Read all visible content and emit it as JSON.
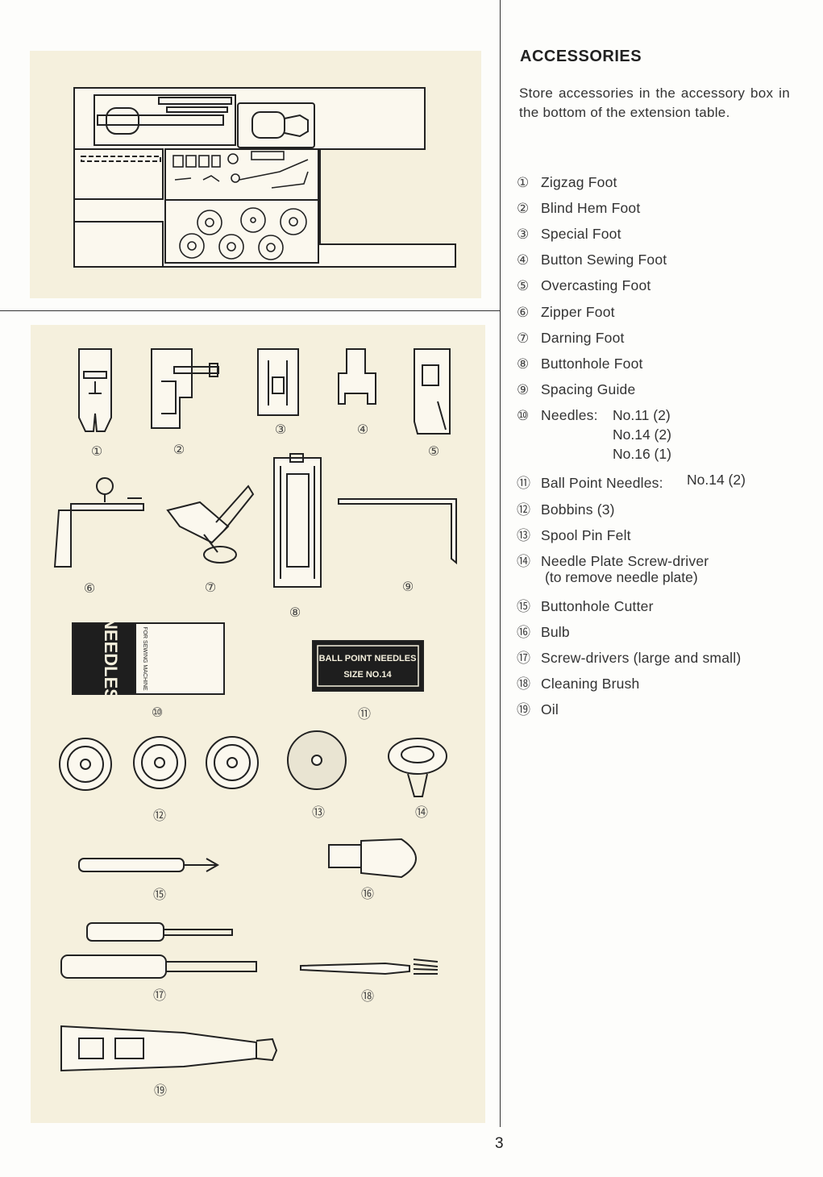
{
  "heading": "ACCESSORIES",
  "intro": "Store accessories in the accessory box in the bottom of the extension table.",
  "items": [
    {
      "num": "①",
      "label": "Zigzag Foot"
    },
    {
      "num": "②",
      "label": "Blind Hem Foot"
    },
    {
      "num": "③",
      "label": "Special Foot"
    },
    {
      "num": "④",
      "label": "Button Sewing Foot"
    },
    {
      "num": "⑤",
      "label": "Overcasting Foot"
    },
    {
      "num": "⑥",
      "label": "Zipper Foot"
    },
    {
      "num": "⑦",
      "label": "Darning Foot"
    },
    {
      "num": "⑧",
      "label": "Buttonhole Foot"
    },
    {
      "num": "⑨",
      "label": "Spacing Guide"
    },
    {
      "num": "⑩",
      "label": "Needles:",
      "detail": [
        "No.11 (2)",
        "No.14 (2)",
        "No.16 (1)"
      ]
    },
    {
      "num": "⑪",
      "label": "Ball Point Needles:",
      "detail": [
        "No.14 (2)"
      ]
    },
    {
      "num": "⑫",
      "label": "Bobbins (3)"
    },
    {
      "num": "⑬",
      "label": "Spool Pin Felt"
    },
    {
      "num": "⑭",
      "label": "Needle Plate Screw-driver",
      "continuation": "(to remove needle plate)"
    },
    {
      "num": "⑮",
      "label": "Buttonhole Cutter"
    },
    {
      "num": "⑯",
      "label": "Bulb"
    },
    {
      "num": "⑰",
      "label": "Screw-drivers (large and small)"
    },
    {
      "num": "⑱",
      "label": "Cleaning Brush"
    },
    {
      "num": "⑲",
      "label": "Oil"
    }
  ],
  "figure_labels": {
    "n1": "①",
    "n2": "②",
    "n3": "③",
    "n4": "④",
    "n5": "⑤",
    "n6": "⑥",
    "n7": "⑦",
    "n8": "⑧",
    "n9": "⑨",
    "n10": "⑩",
    "n11": "⑪",
    "n12": "⑫",
    "n13": "⑬",
    "n14": "⑭",
    "n15": "⑮",
    "n16": "⑯",
    "n17": "⑰",
    "n18": "⑱",
    "n19": "⑲"
  },
  "needle_pack": {
    "brand": "NEEDLES",
    "sub": "FOR SEWING MACHINE"
  },
  "ballpoint_pack": {
    "line1": "BALL POINT NEEDLES",
    "line2": "SIZE NO.14"
  },
  "page_number": "3"
}
